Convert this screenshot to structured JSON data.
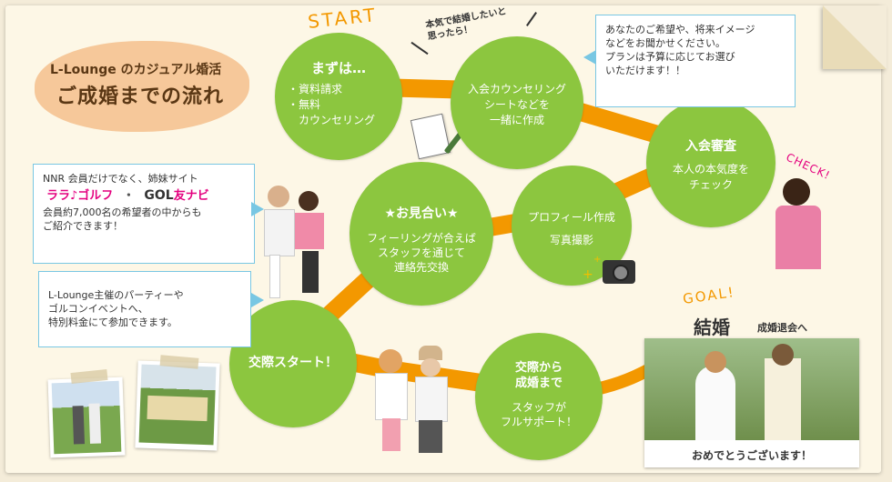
{
  "colors": {
    "green": "#8cc63f",
    "orange": "#f39800",
    "paper": "#fdf7e6",
    "title_bg": "#f6c89a",
    "box_border": "#79c7e3",
    "brown": "#5a3714"
  },
  "title": {
    "line1": "L-Lounge のカジュアル婚活",
    "line2": "ご成婚までの流れ"
  },
  "start_label": "START",
  "handwritten_note": "本気で結婚したいと\n思ったら！",
  "check_label": "CHECK!",
  "goal_label": "GOAL!",
  "steps": {
    "s1": {
      "title": "まずは…",
      "items": [
        "・資料請求",
        "・無料",
        "　カウンセリング"
      ]
    },
    "s2": {
      "text": "入会カウンセリング\nシートなどを\n一緒に作成"
    },
    "s3": {
      "title": "入会審査",
      "text": "本人の本気度を\nチェック"
    },
    "s4": {
      "title": "プロフィール作成",
      "text": "写真撮影"
    },
    "s5": {
      "title": "★お見合い★",
      "text": "フィーリングが合えば\nスタッフを通じて\n連絡先交換"
    },
    "s6": {
      "title": "交際スタート！"
    },
    "s7": {
      "title": "交際から\n成婚まで",
      "text": "スタッフが\nフルサポート！"
    }
  },
  "boxes": {
    "counsel": "あなたのご希望や、将来イメージ\nなどをお聞かせください。\nプランは予算に応じてお選び\nいただけます！！",
    "sister": {
      "line1": "NNR 会員だけでなく、姉妹サイト",
      "logo1": "ララ♪ゴルフ",
      "sep": "・",
      "logo2a": "GOL",
      "logo2b": "友ナビ",
      "line2": "会員約7,000名の希望者の中からも\nご紹介できます！"
    },
    "party": "L-Lounge主催のパーティーや\nゴルコンイベントへ、\n特別料金にて参加できます。"
  },
  "goal": {
    "title": "結婚",
    "subtitle": "成婚退会へ",
    "caption": "おめでとうございます！"
  },
  "icons": [
    "pencil-icon",
    "memo-icon",
    "camera-icon",
    "sparkle-icon"
  ]
}
